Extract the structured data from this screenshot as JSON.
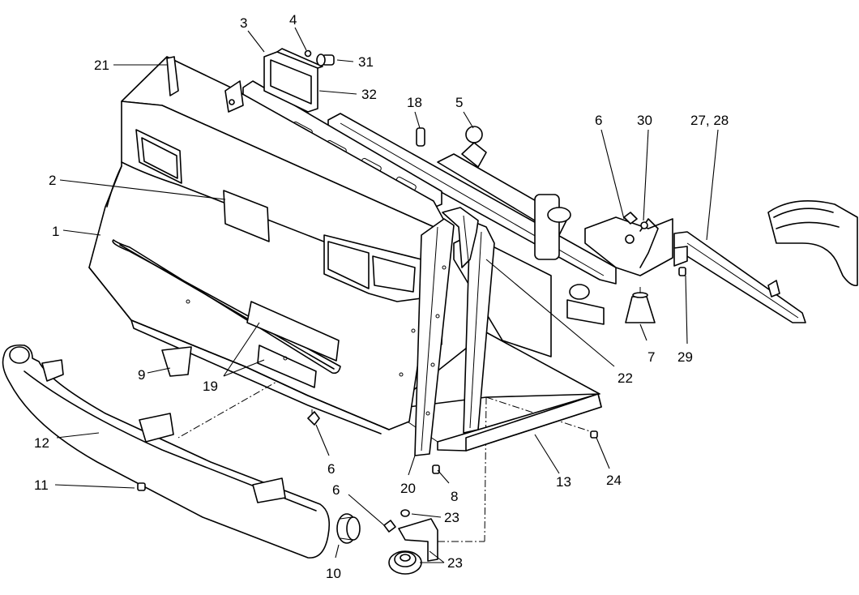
{
  "callouts": {
    "c1": "1",
    "c2": "2",
    "c3": "3",
    "c4": "4",
    "c5": "5",
    "c6a": "6",
    "c6b": "6",
    "c6c": "6",
    "c7": "7",
    "c8": "8",
    "c9": "9",
    "c10": "10",
    "c11": "11",
    "c12": "12",
    "c13": "13",
    "c18": "18",
    "c19": "19",
    "c20": "20",
    "c21": "21",
    "c22": "22",
    "c23a": "23",
    "c23b": "23",
    "c24": "24",
    "c27_28": "27, 28",
    "c29": "29",
    "c30": "30",
    "c31": "31",
    "c32": "32"
  }
}
